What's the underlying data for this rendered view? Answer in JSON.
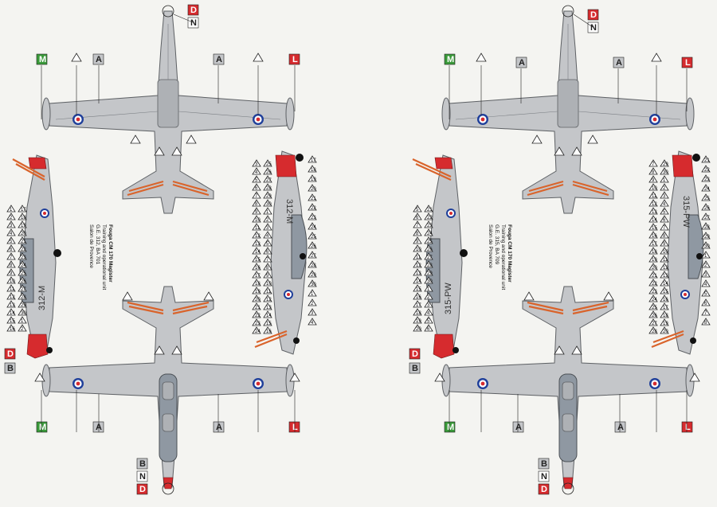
{
  "sheets": [
    {
      "id": "left",
      "caption_title": "Fouga CM 170 Magister",
      "caption_line1": "Training and operational unit",
      "caption_line2": "G.E. 312, BA 701",
      "caption_line3": "Salon de Provence",
      "registration": "312-M"
    },
    {
      "id": "right",
      "caption_title": "Fouga CM 170 Magister",
      "caption_line1": "Training and operational unit",
      "caption_line2": "G.E. 315, BA 709",
      "caption_line3": "Salon de Provence",
      "registration": "315-PW"
    }
  ],
  "color_keys": {
    "M": {
      "label": "M",
      "color": "#3a9a3a"
    },
    "A": {
      "label": "A",
      "color": "#c4c6c9"
    },
    "L": {
      "label": "L",
      "color": "#d62b2e"
    },
    "D": {
      "label": "D",
      "color": "#d62b2e"
    },
    "N": {
      "label": "N",
      "color": "#ffffff"
    },
    "B": {
      "label": "B",
      "color": "#c4c6c9"
    }
  },
  "stencil_numbers": [
    "1",
    "2",
    "3",
    "4",
    "5",
    "6",
    "7",
    "8",
    "9",
    "10",
    "11",
    "12",
    "13",
    "14",
    "15",
    "16",
    "17",
    "18",
    "19",
    "20",
    "21",
    "22",
    "23",
    "24",
    "25",
    "26",
    "27",
    "28",
    "29",
    "30"
  ],
  "colors": {
    "background": "#f4f4f1",
    "aircraft_grey": "#c4c6c9",
    "dayglo": "#d62b2e",
    "stripe_orange": "#d9642c",
    "roundel_blue": "#1f3f9a",
    "roundel_red": "#d62b2e"
  }
}
